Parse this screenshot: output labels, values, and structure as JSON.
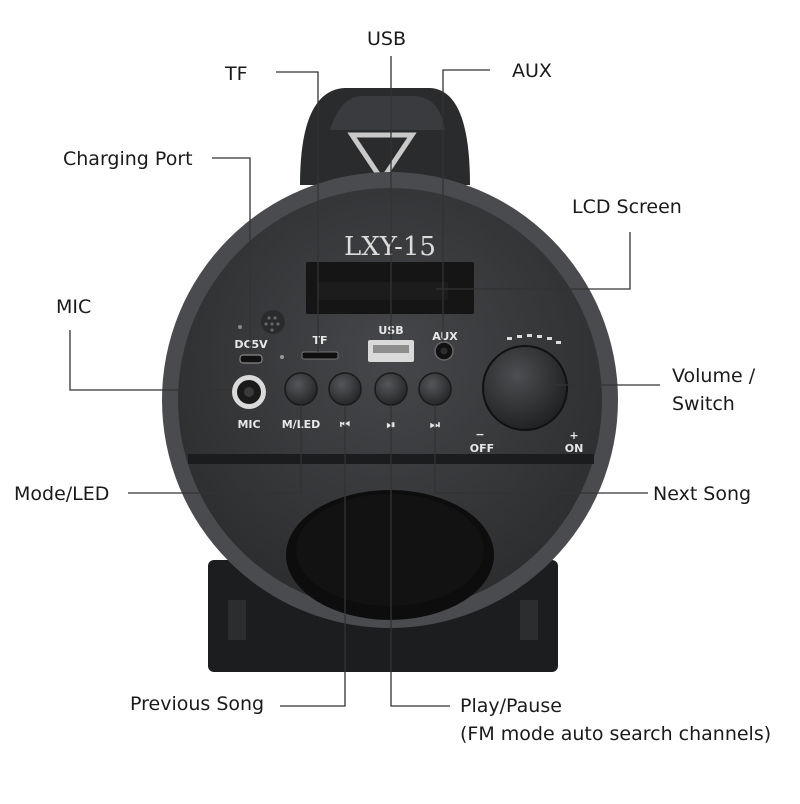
{
  "device": {
    "model": "LXY-15",
    "panel_labels": {
      "dc": "DC5V",
      "tf": "TF",
      "usb": "USB",
      "aux": "AUX",
      "mic": "MIC",
      "mode": "M/LED",
      "prev": "⏮",
      "play": "⏯",
      "next": "⏭",
      "minus": "−",
      "off": "OFF",
      "plus": "+",
      "on": "ON"
    }
  },
  "callouts": {
    "usb": "USB",
    "tf": "TF",
    "aux": "AUX",
    "charging": "Charging Port",
    "lcd": "LCD Screen",
    "mic": "MIC",
    "volume_line1": "Volume /",
    "volume_line2": "Switch",
    "mode": "Mode/LED",
    "next": "Next Song",
    "previous": "Previous Song",
    "play_line1": "Play/Pause",
    "play_line2": "(FM mode auto search channels)"
  },
  "colors": {
    "body": "#3a3b3d",
    "body_dark": "#1f2021",
    "rim": "#4a4b4e",
    "leader": "#333333"
  }
}
